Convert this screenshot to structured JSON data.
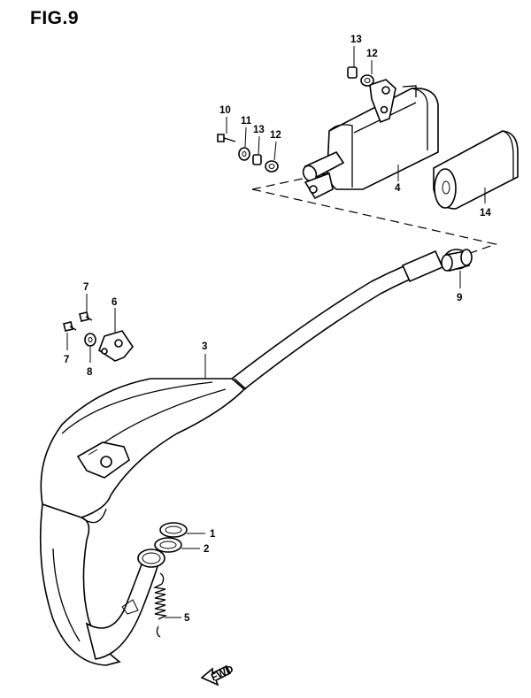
{
  "figure": {
    "title": "FIG.9"
  },
  "callouts": {
    "c1": "1",
    "c2": "2",
    "c3": "3",
    "c4": "4",
    "c5": "5",
    "c6": "6",
    "c7a": "7",
    "c7b": "7",
    "c8": "8",
    "c9": "9",
    "c10": "10",
    "c11": "11",
    "c12a": "12",
    "c12b": "12",
    "c13a": "13",
    "c13b": "13",
    "c14": "14"
  },
  "markings": {
    "fwd": "FWD"
  }
}
